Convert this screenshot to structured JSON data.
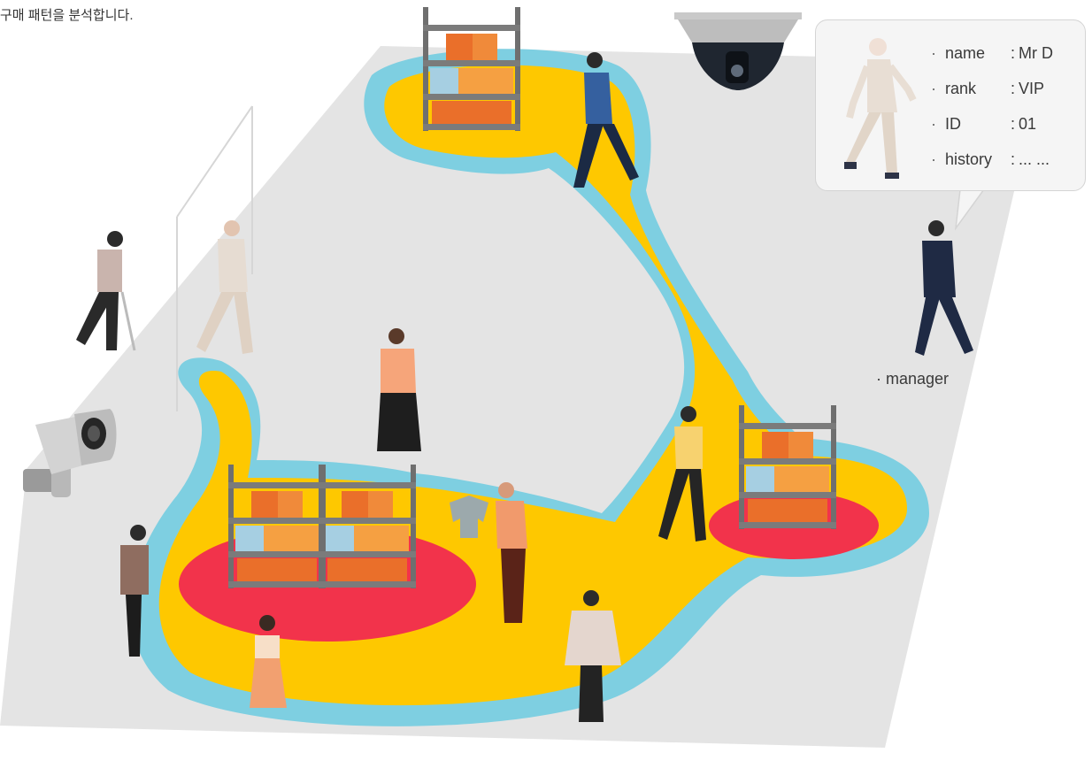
{
  "caption": "구매 패턴을 분석합니다.",
  "customer_card": {
    "items": [
      {
        "key": "name",
        "sep": ":",
        "value": "Mr D"
      },
      {
        "key": "rank",
        "sep": ":",
        "value": "VIP"
      },
      {
        "key": "ID",
        "sep": ":",
        "value": "01"
      },
      {
        "key": "history",
        "sep": ":",
        "value": "... ..."
      }
    ]
  },
  "manager_label": "· manager",
  "bullet": "·",
  "colors": {
    "floor": "#e4e4e4",
    "zone_outer": "#7ecfe1",
    "zone_mid": "#fec800",
    "zone_hot": "#f2334b",
    "shelf_frame": "#6f6f6f",
    "box_orange": "#f5a042",
    "box_dark_orange": "#ea6f2a",
    "box_blue": "#a6cfe2"
  },
  "icons": [
    "ceiling-dome-camera-icon",
    "wall-cctv-camera-icon"
  ]
}
